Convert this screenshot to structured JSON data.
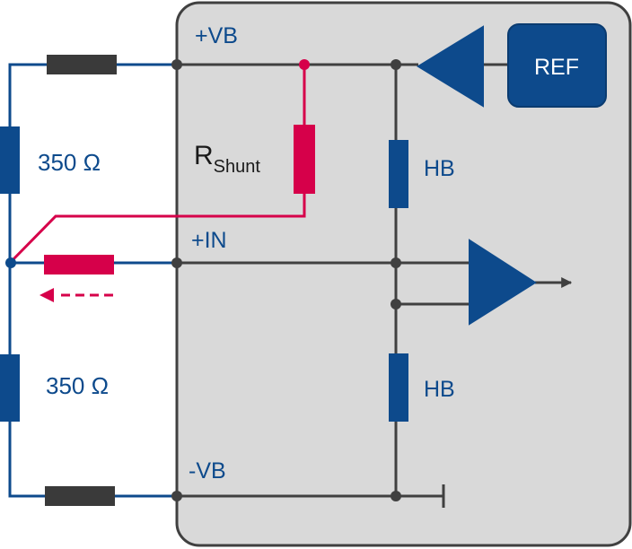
{
  "labels": {
    "vb_plus": "+VB",
    "vb_minus": "-VB",
    "in_plus": "+IN",
    "ref": "REF",
    "hb_top": "HB",
    "hb_bottom": "HB",
    "r_top": "350 Ω",
    "r_bottom": "350 Ω",
    "rshunt_main": "R",
    "rshunt_sub": "Shunt"
  },
  "colors": {
    "module_fill": "#d9d9d9",
    "module_border": "#404040",
    "wire_blue": "#0d4a8c",
    "wire_gray": "#404040",
    "component_blue": "#0d4a8c",
    "component_dark": "#3a3a3a",
    "shunt_red": "#d6004a"
  },
  "icons": {
    "reference_amp": "triangle-amplifier-icon",
    "output_amp": "triangle-amplifier-icon",
    "ground": "ground-terminal-icon",
    "current_direction": "dashed-arrow-left-icon"
  }
}
